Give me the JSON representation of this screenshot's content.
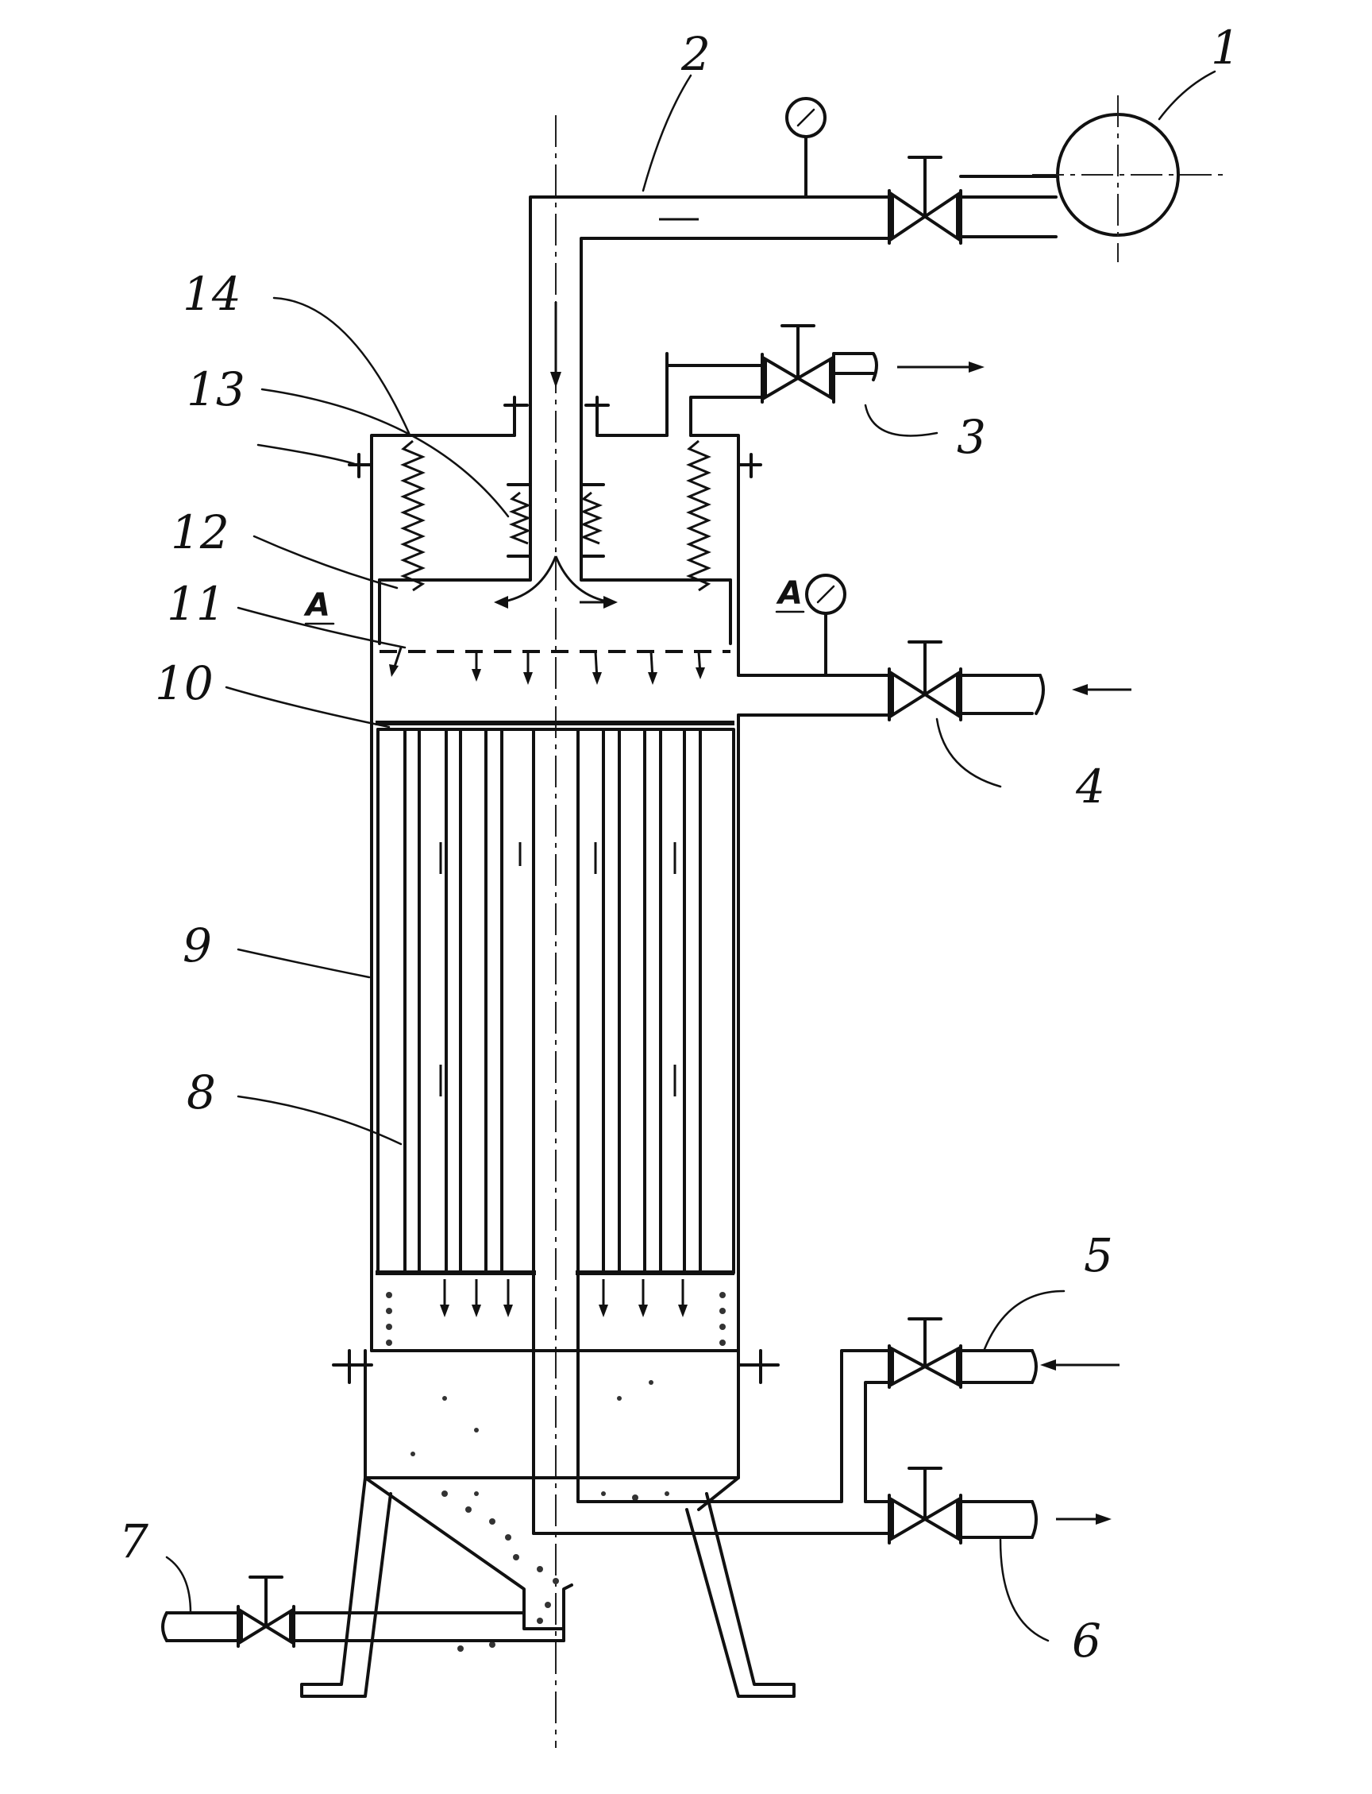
{
  "labels": {
    "n1": "1",
    "n2": "2",
    "n3": "3",
    "n4": "4",
    "n5": "5",
    "n6": "6",
    "n7": "7",
    "n8": "8",
    "n9": "9",
    "n10": "10",
    "n11": "11",
    "n12": "12",
    "n13": "13",
    "n14": "14",
    "section_left": "A",
    "section_right": "A"
  }
}
